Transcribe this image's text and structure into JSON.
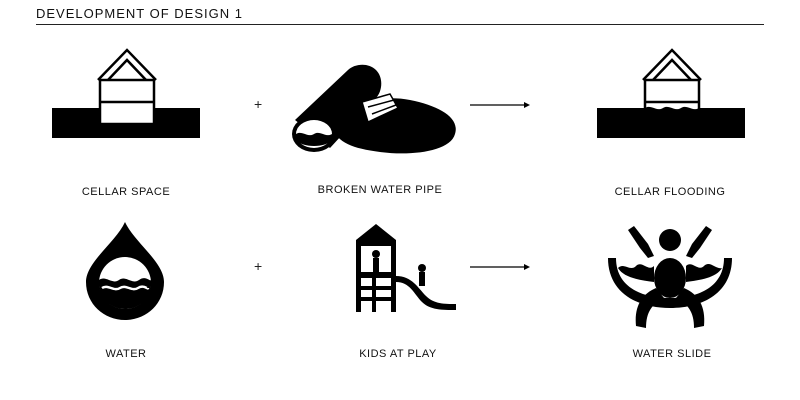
{
  "title": "DEVELOPMENT OF DESIGN 1",
  "rows": [
    {
      "inputs": [
        "CELLAR SPACE",
        "BROKEN WATER PIPE"
      ],
      "result": "CELLAR FLOODING"
    },
    {
      "inputs": [
        "WATER",
        "KIDS AT PLAY"
      ],
      "result": "WATER SLIDE"
    }
  ],
  "operators": {
    "plus": "+"
  },
  "icons": {
    "cellar": "house-on-ground-icon",
    "pipe": "broken-pipe-icon",
    "flood": "flooded-house-icon",
    "water": "water-drop-icon",
    "kids": "playground-slide-icon",
    "slide": "person-on-water-slide-icon"
  }
}
